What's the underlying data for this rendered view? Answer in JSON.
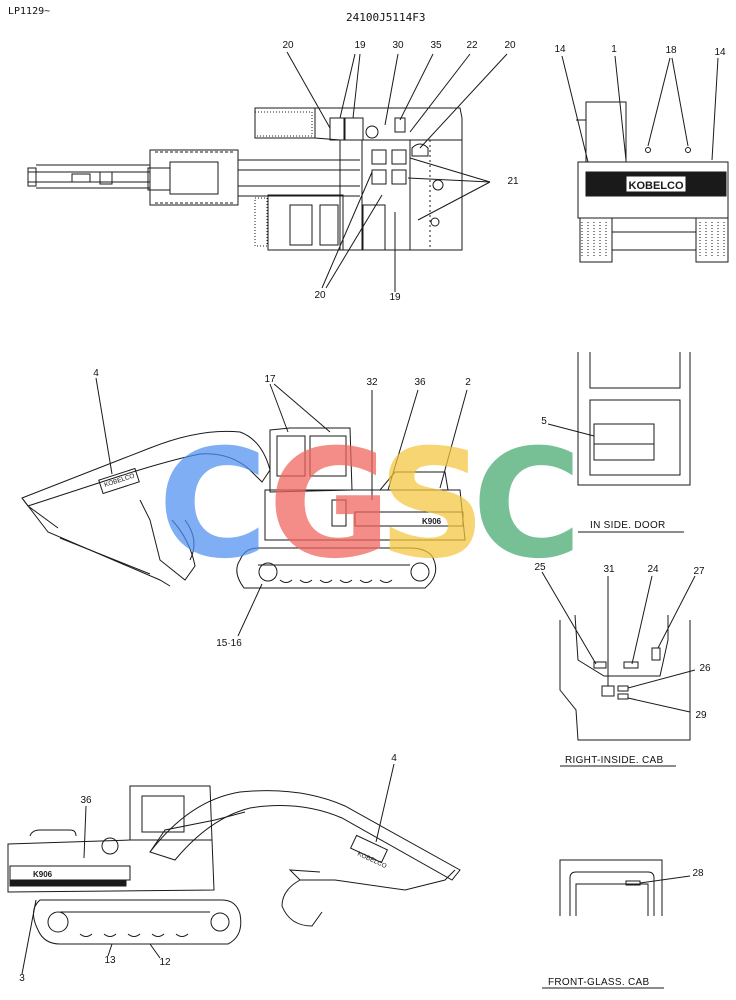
{
  "header": {
    "left_code": "LP1129~",
    "drawing_number": "24100J5114F3"
  },
  "captions": {
    "inside_door": "IN SIDE. DOOR",
    "right_inside_cab": "RIGHT-INSIDE. CAB",
    "front_glass_cab": "FRONT-GLASS. CAB"
  },
  "decals": {
    "brand": "KOBELCO",
    "model": "K906"
  },
  "callouts": {
    "top_view": [
      "20",
      "19",
      "30",
      "35",
      "22",
      "20",
      "21",
      "20",
      "19"
    ],
    "rear_view": [
      "14",
      "1",
      "18",
      "14"
    ],
    "side_left_view": [
      "4",
      "17",
      "32",
      "36",
      "2",
      "15·16"
    ],
    "door_view": [
      "5"
    ],
    "cab_inside_view": [
      "25",
      "31",
      "24",
      "27",
      "26",
      "29"
    ],
    "side_right_view": [
      "36",
      "4",
      "3",
      "13",
      "12"
    ],
    "front_glass_view": [
      "28"
    ]
  },
  "watermark": {
    "letters": [
      "C",
      "G",
      "S",
      "C"
    ],
    "colors": [
      "#4f8ff0",
      "#f0625a",
      "#f3c63d",
      "#43a86d"
    ]
  },
  "colors": {
    "line": "#1a1a1a",
    "paper": "#ffffff"
  }
}
